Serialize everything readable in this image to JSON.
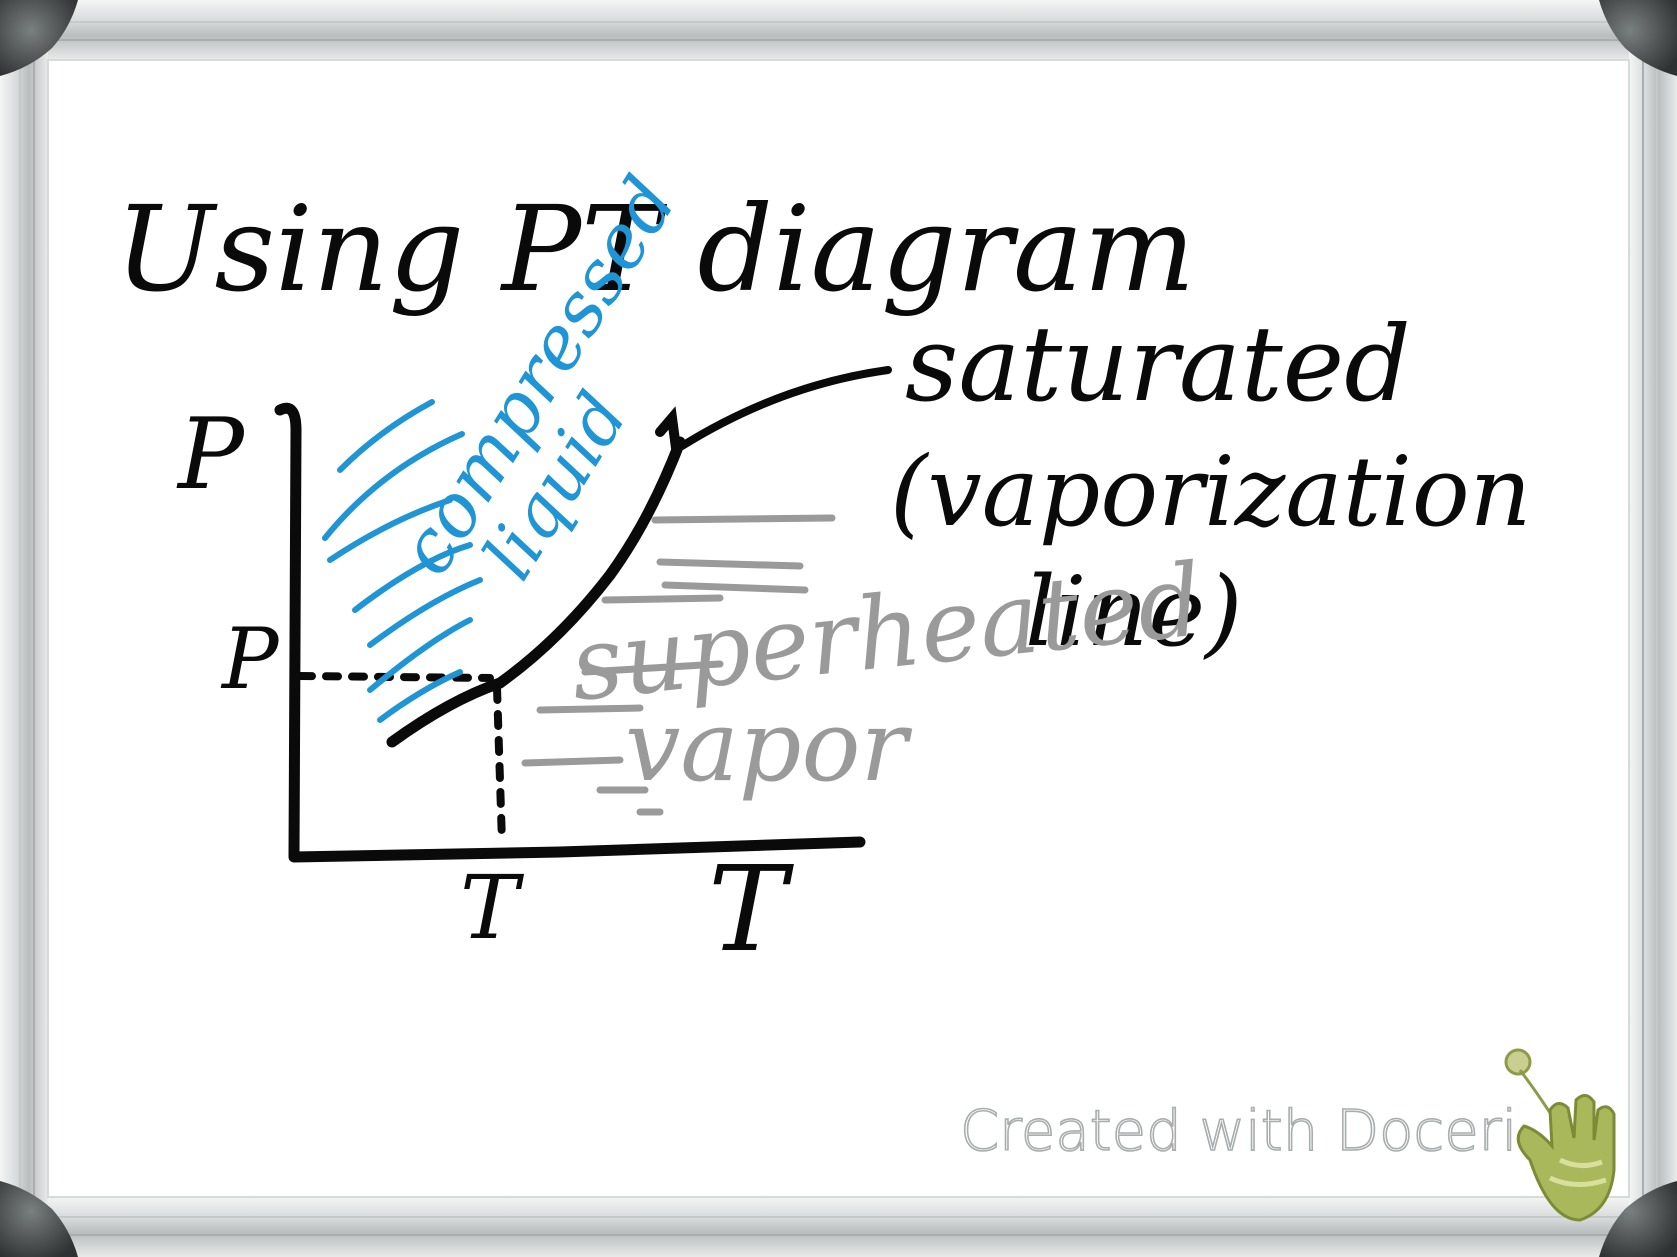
{
  "title": "Using PT diagram",
  "axes": {
    "y_label": "P",
    "x_label": "T",
    "y_tick": "P",
    "x_tick": "T"
  },
  "annotations": {
    "compressed_liquid_line1": "compressed",
    "compressed_liquid_line2": "liquid",
    "saturated_line1": "saturated",
    "saturated_line2": "(vaporization",
    "saturated_line3": "line)",
    "superheated_line1": "superheated",
    "superheated_line2": "vapor"
  },
  "watermark": "Created with Doceri",
  "colors": {
    "ink_black": "#0a0a0a",
    "ink_blue": "#1f95d6",
    "ink_gray": "#9a9a9a",
    "frame_light": "#e6e8e8",
    "frame_dark": "#9ea3a3",
    "corner": "#4a4e4f",
    "logo_green": "#a8b85a"
  }
}
